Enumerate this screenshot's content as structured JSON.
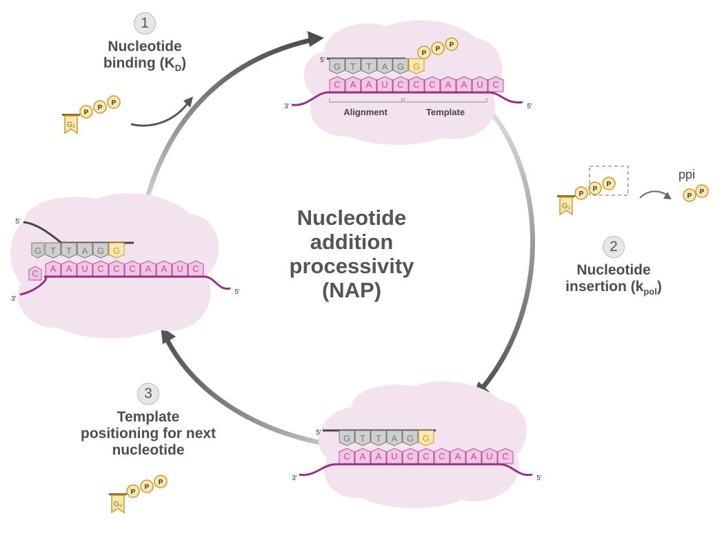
{
  "title_lines": [
    "Nucleotide",
    "addition",
    "processivity",
    "(NAP)"
  ],
  "steps": [
    {
      "number": "1",
      "label_lines": [
        "Nucleotide",
        "binding (K"
      ],
      "sub": "D",
      "tail": ")"
    },
    {
      "number": "2",
      "label_lines": [
        "Nucleotide",
        "insertion (k"
      ],
      "sub": "pol",
      "tail": ")"
    },
    {
      "number": "3",
      "label_lines": [
        "Template",
        "positioning for next",
        "nucleotide"
      ]
    }
  ],
  "labels": {
    "five_prime": "5'",
    "three_prime": "3'",
    "alignment": "Alignment",
    "template": "Template",
    "ppi": "ppi",
    "phosphate": "P"
  },
  "nucleotides": {
    "g1": "G₁",
    "g2": "G₂"
  },
  "sequences": {
    "primer": [
      "G",
      "T",
      "T",
      "A",
      "G"
    ],
    "incoming": "G",
    "template": [
      "C",
      "A",
      "A",
      "U",
      "C",
      "C",
      "C",
      "A",
      "A",
      "U",
      "C"
    ],
    "translocated_template": [
      "A",
      "A",
      "U",
      "C",
      "C",
      "C",
      "A",
      "A",
      "U",
      "C"
    ],
    "translocated_overhang": "C"
  },
  "colors": {
    "blob": "#f2e3ee",
    "template_fill": "#f2c6e2",
    "template_stroke": "#b0509a",
    "rna_strand": "#9b2f86",
    "primer_fill": "#cfcfcf",
    "primer_strand": "#444444",
    "nucleotide_fill": "#fbe7b0",
    "nucleotide_stroke": "#c99a2e",
    "arrow": "#555555",
    "text": "#4d4d4d"
  }
}
